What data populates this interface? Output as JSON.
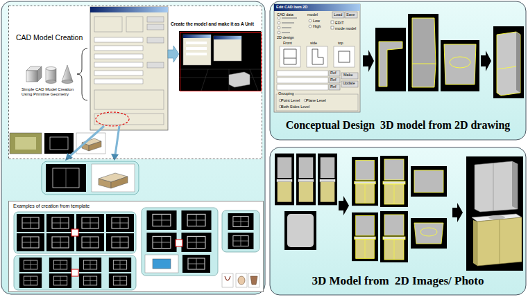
{
  "diagram": {
    "nodes": [
      {
        "text": [
          "CAD Model Creation",
          "Simple CAD Model Creation Using Primitive Geometry"
        ]
      },
      {
        "text": [
          "Create the model and make it as A Unit"
        ],
        "in": 0
      },
      {
        "text": [
          "Examples of creation from template"
        ]
      },
      {
        "text": [
          "Conceptual Design  3D model from 2D drawing"
        ]
      },
      {
        "text": [
          "Edit CAD Item 2D",
          "CAD data",
          "model",
          "Load",
          "Save",
          "Low",
          "High",
          "EDIT",
          "mode model",
          "2D design",
          "Front",
          "side",
          "top",
          "Ref",
          "Ref",
          "Ref",
          "Make",
          "Update",
          "Grouping",
          "Point Level",
          "Plane Level",
          "Both Sides Level"
        ],
        "in": 3
      },
      {
        "text": [
          "3D Model from  2D Images/ Photo"
        ]
      }
    ]
  }
}
